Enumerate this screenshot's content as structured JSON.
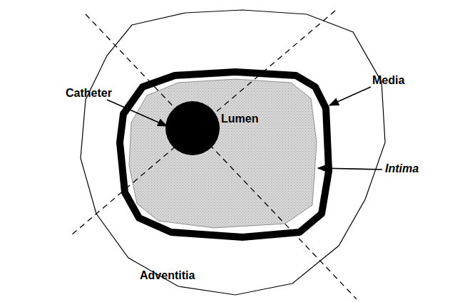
{
  "diagram": {
    "labels": [
      "Catheter",
      "Lumen",
      "Media",
      "Intima",
      "Adventitia"
    ]
  }
}
